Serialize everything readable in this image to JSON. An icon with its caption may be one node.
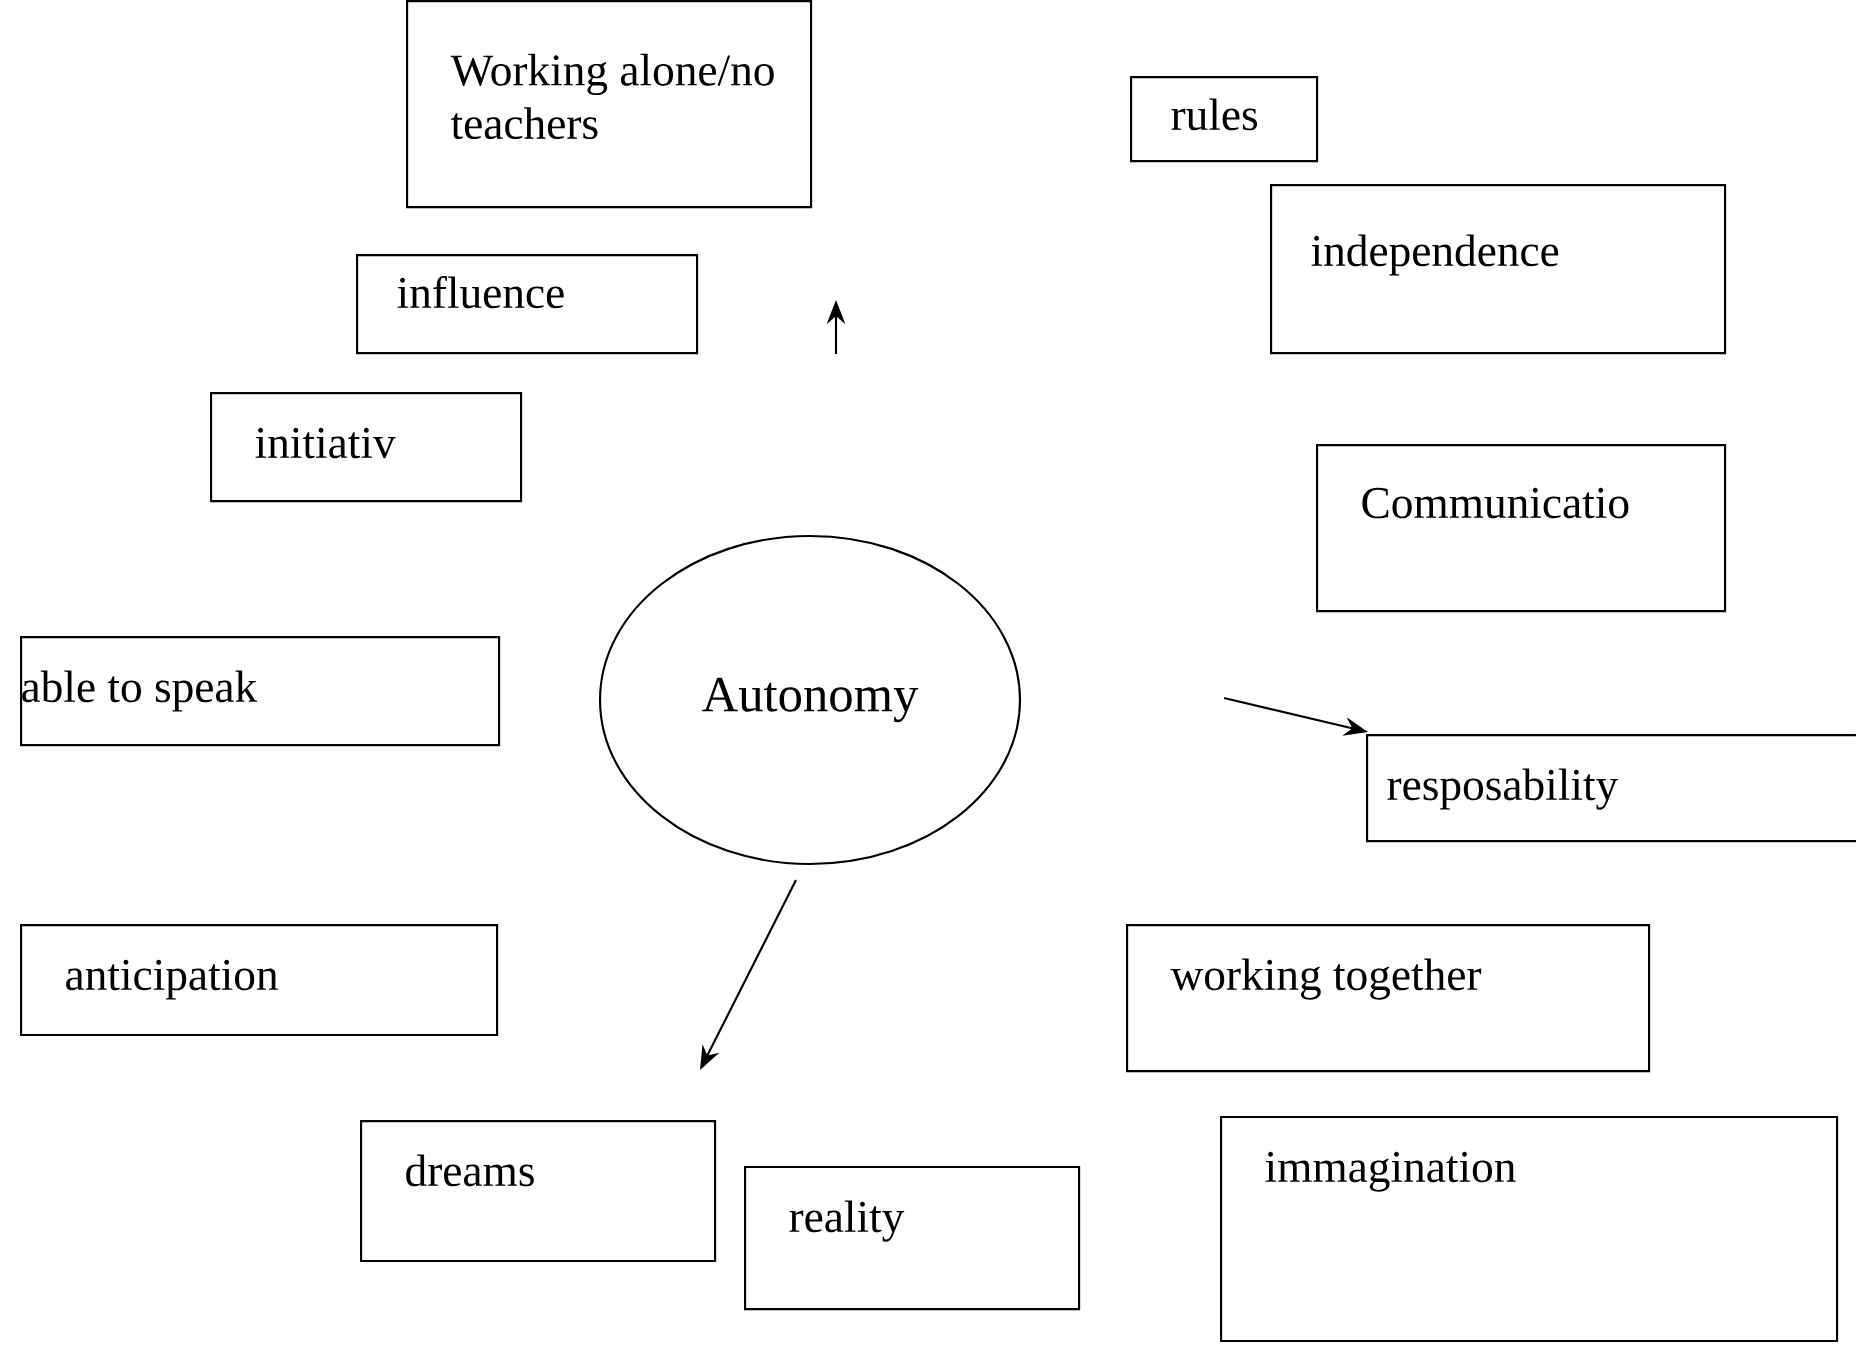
{
  "diagram": {
    "nodes": [
      {
        "text": [
          "Working alone/no teachers"
        ]
      },
      {
        "text": [
          "rules"
        ]
      },
      {
        "text": [
          "influence"
        ]
      },
      {
        "text": [
          "independence"
        ]
      },
      {
        "text": [
          "initiativ"
        ]
      },
      {
        "text": [
          "Communicatio"
        ]
      },
      {
        "text": [
          "Autonomy"
        ]
      },
      {
        "text": [
          "able to speak"
        ]
      },
      {
        "text": [
          "resposability"
        ]
      },
      {
        "text": [
          "anticipation"
        ]
      },
      {
        "text": [
          "working together"
        ]
      },
      {
        "text": [
          "dreams"
        ]
      },
      {
        "text": [
          "reality"
        ]
      },
      {
        "text": [
          "immagination"
        ]
      }
    ],
    "edges": []
  }
}
